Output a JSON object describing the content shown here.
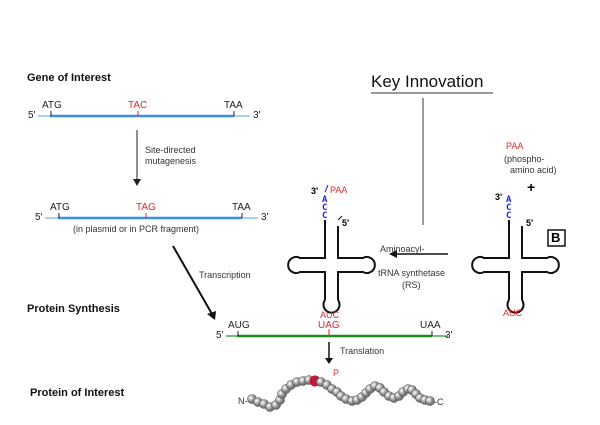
{
  "title": "Key Innovation",
  "sections": {
    "gene": "Gene of Interest",
    "synthesis": "Protein Synthesis",
    "protein": "Protein of Interest"
  },
  "gene_line": {
    "five": "5'",
    "three": "3'",
    "start": "ATG",
    "target": "TAC",
    "stop": "TAA",
    "color": "#3a8ee6"
  },
  "mutagenesis": {
    "line1": "Site-directed",
    "line2": "mutagenesis"
  },
  "mutant_line": {
    "five": "5'",
    "three": "3'",
    "start": "ATG",
    "target": "TAG",
    "stop": "TAA",
    "caption": "(in plasmid or in PCR fragment)"
  },
  "transcription": "Transcription",
  "mrna": {
    "five": "5'",
    "three": "3'",
    "start": "AUG",
    "target": "UAG",
    "stop": "UAA",
    "color": "#1e8a1e"
  },
  "translation": "Translation",
  "trna_charged": {
    "three": "3'",
    "five": "5'",
    "amino": "PAA",
    "acceptor": [
      "A",
      "C",
      "C"
    ],
    "anticodon": "AUC"
  },
  "enzyme": {
    "line1": "Aminoacyl-",
    "line2": "tRNA synthetase",
    "line3": "(RS)"
  },
  "trna_free": {
    "three": "3'",
    "five": "5'",
    "acceptor": [
      "A",
      "C",
      "C"
    ],
    "anticodon": "AUC",
    "label": "B"
  },
  "paa": {
    "name": "PAA",
    "desc1": "(phospho-",
    "desc2": "amino acid)",
    "plus": "+"
  },
  "protein_chain": {
    "n_term": "N-",
    "c_term": "-C",
    "phospho": "P",
    "bead_color": "#aaaaaa",
    "phospho_color": "#c0163a"
  }
}
